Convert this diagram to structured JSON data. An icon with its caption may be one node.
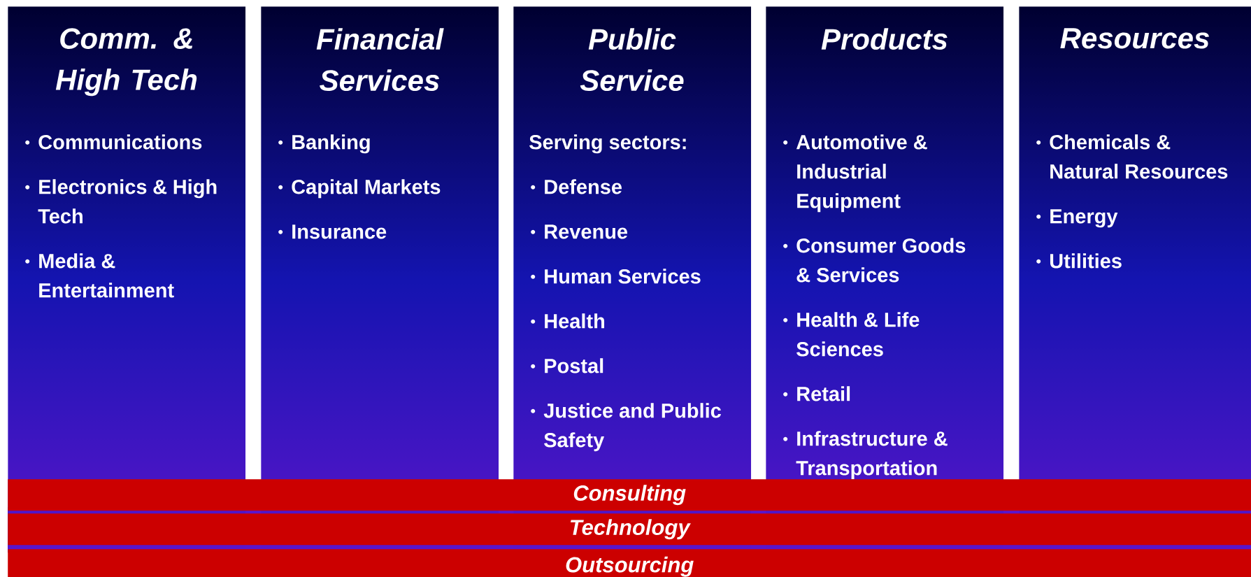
{
  "diagram": {
    "nodes": [
      {
        "text": [
          "Comm. & High Tech",
          "Communications",
          "Electronics & High Tech",
          "Media & Entertainment"
        ]
      },
      {
        "text": [
          "Financial Services",
          "Banking",
          "Capital Markets",
          "Insurance"
        ]
      },
      {
        "text": [
          "Public Service",
          "Serving sectors:",
          "Defense",
          "Revenue",
          "Human Services",
          "Health",
          "Postal",
          "Justice and Public Safety"
        ]
      },
      {
        "text": [
          "Products",
          "Automotive & Industrial Equipment",
          "Consumer Goods & Services",
          "Health & Life Sciences",
          "Retail",
          "Infrastructure & Transportation"
        ]
      },
      {
        "text": [
          "Resources",
          "Chemicals & Natural Resources",
          "Energy",
          "Utilities"
        ]
      },
      {
        "text": [
          "Consulting"
        ]
      },
      {
        "text": [
          "Technology"
        ]
      },
      {
        "text": [
          "Outsourcing"
        ]
      }
    ]
  }
}
